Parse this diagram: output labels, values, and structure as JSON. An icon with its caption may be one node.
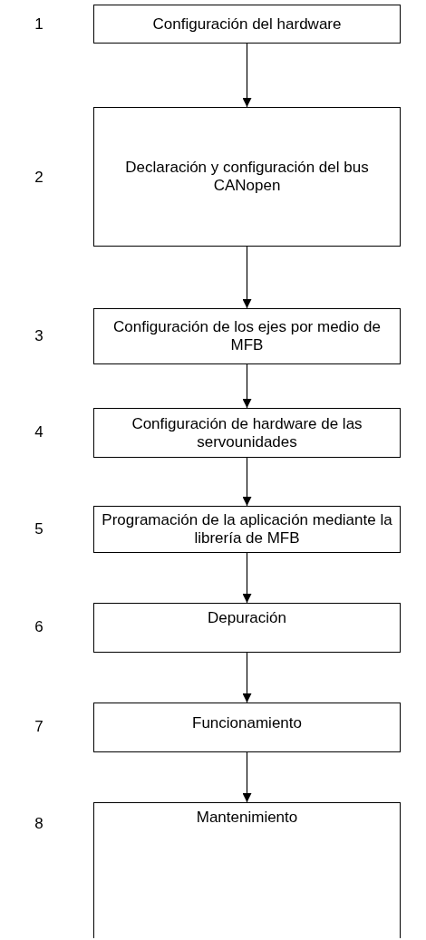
{
  "diagram": {
    "nodes": [
      {
        "text": [
          "Configuración del hardware"
        ]
      },
      {
        "text": [
          "Declaración y configuración del bus CANopen"
        ]
      },
      {
        "text": [
          "Configuración de los ejes por medio de MFB"
        ]
      },
      {
        "text": [
          "Configuración de hardware de las servounidades"
        ]
      },
      {
        "text": [
          "Programación de la aplicación mediante la librería de MFB"
        ]
      },
      {
        "text": [
          "Depuración"
        ]
      },
      {
        "text": [
          "Funcionamiento"
        ]
      },
      {
        "text": [
          "Mantenimiento"
        ]
      }
    ],
    "edges": [
      {
        "from": 0,
        "to": 1,
        "arrow": "to"
      },
      {
        "from": 1,
        "to": 2,
        "arrow": "to"
      },
      {
        "from": 2,
        "to": 3,
        "arrow": "to"
      },
      {
        "from": 3,
        "to": 4,
        "arrow": "to"
      },
      {
        "from": 4,
        "to": 5,
        "arrow": "to"
      },
      {
        "from": 5,
        "to": 6,
        "arrow": "to"
      },
      {
        "from": 6,
        "to": 7,
        "arrow": "to"
      }
    ],
    "labels": [
      "1",
      "2",
      "3",
      "4",
      "5",
      "6",
      "7",
      "8"
    ]
  }
}
